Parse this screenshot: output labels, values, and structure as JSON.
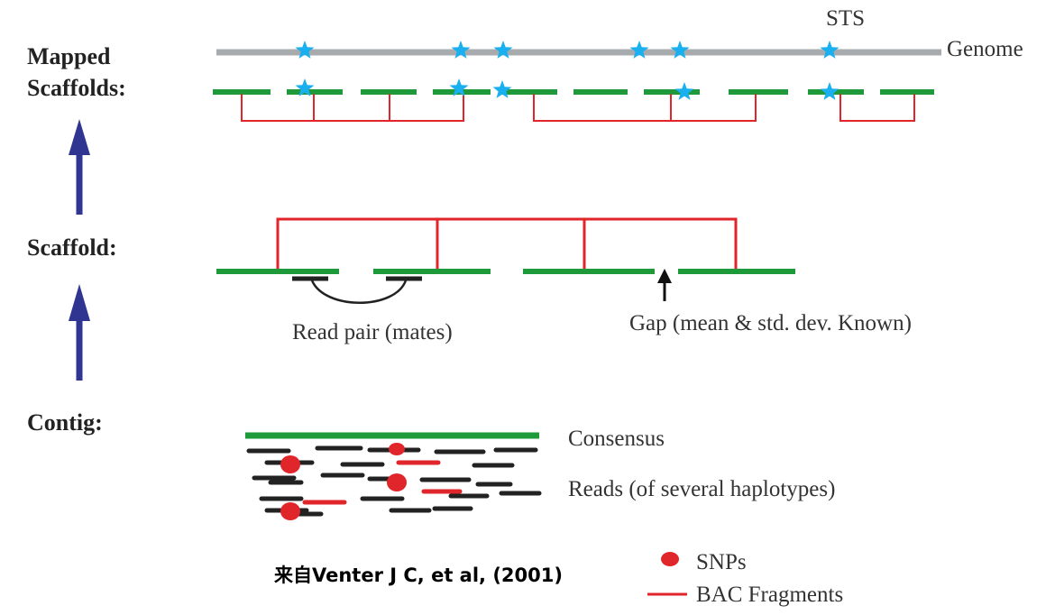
{
  "colors": {
    "genome": "#a8abad",
    "scaffold": "#1f9a3a",
    "bac": "#e0262b",
    "star": "#1ab0ef",
    "arrow": "#2f3591",
    "read": "#222222",
    "snp": "#e0262b",
    "text": "#333333"
  },
  "stages": {
    "mapped": "Mapped\nScaffolds:",
    "mapped_line1": "Mapped",
    "mapped_line2": "Scaffolds:",
    "scaffold": "Scaffold:",
    "contig": "Contig:"
  },
  "labels": {
    "sts": "STS",
    "genome": "Genome",
    "read_pair": "Read pair (mates)",
    "gap": "Gap (mean & std. dev. Known)",
    "consensus": "Consensus",
    "reads": "Reads (of several haplotypes)"
  },
  "legend": {
    "snps": "SNPs",
    "bac": "BAC Fragments"
  },
  "caption": "来自Venter J C, et al, (2001)",
  "icons": [
    "star-icon",
    "up-arrow-icon",
    "snp-dot-icon"
  ]
}
